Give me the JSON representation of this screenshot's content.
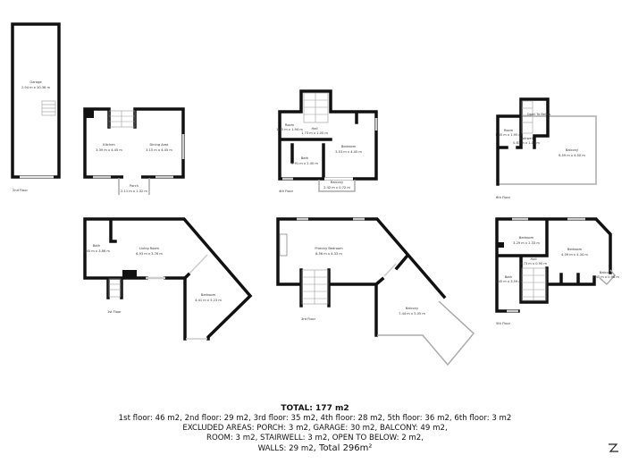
{
  "floors": {
    "second": {
      "label": "2nd Floor",
      "rooms": [
        {
          "name": "Garage",
          "dims": "2.94 m x 10.36 m"
        },
        {
          "name": "Kitchen",
          "dims": "3.39 m x 4.45 m"
        },
        {
          "name": "Dining Area",
          "dims": "3.15 m x 4.45 m"
        },
        {
          "name": "Porch",
          "dims": "2.11 m x 1.32 m"
        }
      ]
    },
    "fourth": {
      "label": "4th Floor",
      "rooms": [
        {
          "name": "Room",
          "dims": "1.45 m x 1.94 m"
        },
        {
          "name": "Hall",
          "dims": "1.73 m x 1.00 m"
        },
        {
          "name": "Bedroom",
          "dims": "3.53 m x 4.45 m"
        },
        {
          "name": "Bath",
          "dims": "2.91 m x 2.40 m"
        },
        {
          "name": "Balcony",
          "dims": "2.42 m x 0.72 m"
        }
      ]
    },
    "sixth": {
      "label": "6th Floor",
      "rooms": [
        {
          "name": "Open To Below",
          "dims": ""
        },
        {
          "name": "Room",
          "dims": "1.45 m x 1.95 m"
        },
        {
          "name": "Stairwell",
          "dims": "0.83 m x 1.02 m"
        },
        {
          "name": "Balcony",
          "dims": "6.59 m x 4.50 m"
        }
      ]
    },
    "first": {
      "label": "1st Floor",
      "rooms": [
        {
          "name": "Bath",
          "dims": "1.45 m x 3.86 m"
        },
        {
          "name": "Living Room",
          "dims": "6.93 m x 3.76 m"
        },
        {
          "name": "Bedroom",
          "dims": "4.41 m x 5.23 m"
        }
      ]
    },
    "third": {
      "label": "3rd Floor",
      "rooms": [
        {
          "name": "Primary Bedroom",
          "dims": "8.56 m x 4.33 m"
        },
        {
          "name": "Balcony",
          "dims": "7.44 m x 5.05 m"
        }
      ]
    },
    "fifth": {
      "label": "5th Floor",
      "rooms": [
        {
          "name": "Bedroom",
          "dims": "3.29 m x 2.33 m"
        },
        {
          "name": "Bedroom",
          "dims": "4.09 m x 4.34 m"
        },
        {
          "name": "Hall",
          "dims": "4.73 m x 0.90 m"
        },
        {
          "name": "Bath",
          "dims": "1.45 m x 3.59 m"
        },
        {
          "name": "Balcony",
          "dims": "0.45 m x 0.98 m"
        }
      ]
    }
  },
  "summary": {
    "total": "TOTAL: 177 m2",
    "floors_line": "1st floor: 46 m2, 2nd floor: 29 m2, 3rd floor: 35 m2, 4th floor: 28 m2, 5th floor: 36 m2, 6th floor: 3 m2",
    "excluded_line1": "EXCLUDED AREAS: PORCH: 3 m2, GARAGE: 30 m2, BALCONY: 49 m2,",
    "excluded_line2": "ROOM: 3 m2, STAIRWELL: 3 m2, OPEN TO BELOW: 2 m2,",
    "walls": "WALLS: 29 m2",
    "grand_total": ", Total 296m²"
  },
  "compass": {
    "icon": "north-arrow-icon"
  }
}
